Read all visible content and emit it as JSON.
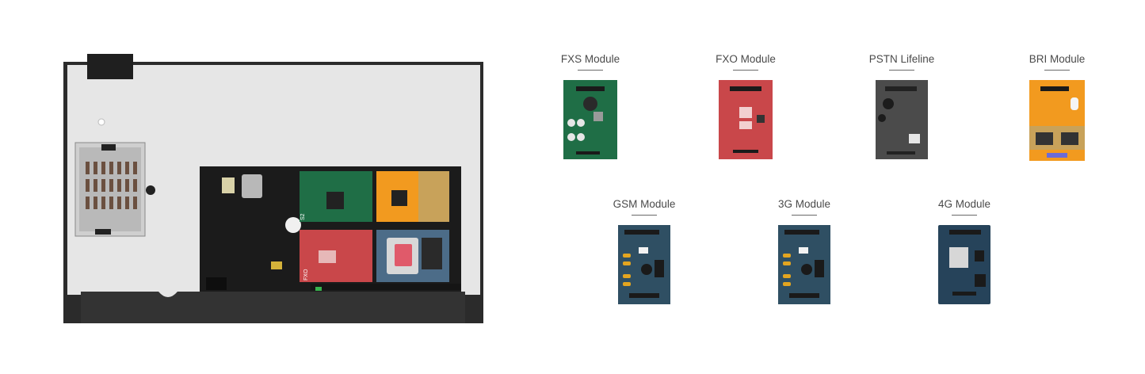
{
  "modules": [
    {
      "label": "FXS Module",
      "pcb": "#1f6e46",
      "accent": "#e0e0e0"
    },
    {
      "label": "FXO Module",
      "pcb": "#c9474a",
      "accent": "#f2d0d0"
    },
    {
      "label": "PSTN Lifeline",
      "pcb": "#4b4b4b",
      "accent": "#cfcfcf"
    },
    {
      "label": "BRI Module",
      "pcb": "#f29a1f",
      "accent": "#c8a25a"
    },
    {
      "label": "GSM Module",
      "pcb": "#2f4f63",
      "accent": "#e3a520"
    },
    {
      "label": "3G Module",
      "pcb": "#2f4f63",
      "accent": "#e3a520"
    },
    {
      "label": "4G Module",
      "pcb": "#26435a",
      "accent": "#d7d7d7"
    }
  ],
  "device": {
    "chassis_color": "#e4e4e4",
    "frame_color": "#2b2b2b",
    "silkscreen": [
      "S2",
      "FXO"
    ]
  }
}
